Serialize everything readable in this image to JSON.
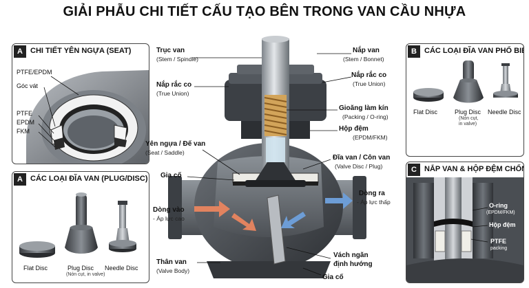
{
  "title": "GIẢI PHẪU CHI TIẾT CẤU TẠO BÊN TRONG VAN CẦU NHỰA",
  "panel_a1": {
    "badge": "A",
    "title": "CHI TIẾT YÊN NGỰA (SEAT)",
    "labels": {
      "ptfe_epdm": "PTFE/EPDM",
      "goc_vat": "Góc vát",
      "ptfe": "PTFE",
      "epdm": "EPDM",
      "fkm": "FKM"
    }
  },
  "panel_a2": {
    "badge": "A",
    "title": "CÁC LOẠI ĐĨA VAN (PLUG/DISC)",
    "flat": "Flat Disc",
    "plug": "Plug Disc",
    "plug_sub": "(Nón cụt, in valve)",
    "needle": "Needle Disc"
  },
  "panel_b": {
    "badge": "B",
    "title": "CÁC LOẠI ĐĨA VAN PHỔ BIẾN",
    "flat": "Flat Disc",
    "plug": "Plug Disc",
    "plug_sub1": "(Nón cụt,",
    "plug_sub2": "in valve)",
    "needle": "Needle Disc"
  },
  "panel_c": {
    "badge": "C",
    "title": "NẮP VAN & HỘP ĐỆM CHỐNG RÒ RỈ",
    "oring": "O-ring",
    "oring_sub": "(EPDM/FKM)",
    "hop_dem": "Hộp đệm",
    "ptfe": "PTFE",
    "packing": "packing"
  },
  "center": {
    "truc_van": "Trục van",
    "truc_van_sub": "(Stem / Spindle)",
    "nap_rac_co_l": "Nắp rắc co",
    "nap_rac_co_l_sub": "(True Union)",
    "yen_ngua": "Yên ngựa / Đế van",
    "yen_ngua_sub": "(Seat / Saddle)",
    "gia_co_l": "Gia cố",
    "dong_vao": "Dòng vào",
    "dong_vao_sub": "- Áp lực cao",
    "than_van": "Thân van",
    "than_van_sub": "(Valve Body)",
    "nap_van": "Nắp van",
    "nap_van_sub": "(Stem / Bonnet)",
    "nap_rac_co_r": "Nắp rắc co",
    "nap_rac_co_r_sub": "(True Union)",
    "gioang": "Gioăng làm kín",
    "gioang_sub": "(Packing / O-ring)",
    "hop_dem": "Hộp đệm",
    "hop_dem_sub": "(EPDM/FKM)",
    "dia_van": "Đĩa van / Côn van",
    "dia_van_sub": "(Valve Disc / Plug)",
    "dong_ra": "Dòng ra",
    "dong_ra_sub": "- Áp lực thấp",
    "vach_ngan_1": "Vách ngăn",
    "vach_ngan_2": "định hướng",
    "gia_co_b": "Gia cố"
  }
}
